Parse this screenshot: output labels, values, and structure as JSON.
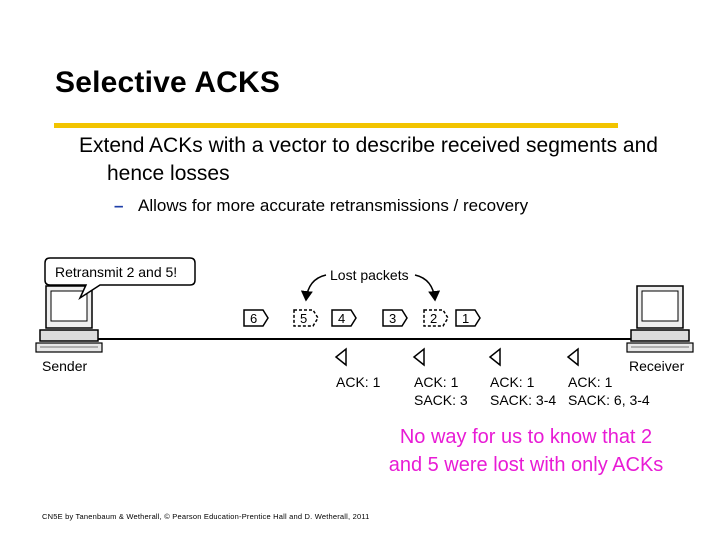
{
  "slide": {
    "title": "Selective ACKS",
    "bullet1": "Extend ACKs with a vector to describe received segments and hence losses",
    "bullet2_dash": "–",
    "bullet2": "Allows for more accurate retransmissions / recovery",
    "note": "No way for us to know that 2 and 5 were lost with only ACKs",
    "footer": "CN5E by Tanenbaum & Wetherall, © Pearson Education-Prentice Hall and D. Wetherall, 2011"
  },
  "diagram": {
    "sender_label": "Sender",
    "receiver_label": "Receiver",
    "speech_bubble": "Retransmit 2 and 5!",
    "lost_packets_label": "Lost packets",
    "packets": [
      "6",
      "5",
      "4",
      "3",
      "2",
      "1"
    ],
    "acks": [
      {
        "line1": "ACK: 1",
        "line2": ""
      },
      {
        "line1": "ACK: 1",
        "line2": "SACK: 3"
      },
      {
        "line1": "ACK: 1",
        "line2": "SACK: 3-4"
      },
      {
        "line1": "ACK: 1",
        "line2": "SACK: 6, 3-4"
      }
    ]
  },
  "colors": {
    "rule": "#f2c400",
    "dash": "#1f3fa8",
    "note": "#e81bd5"
  }
}
